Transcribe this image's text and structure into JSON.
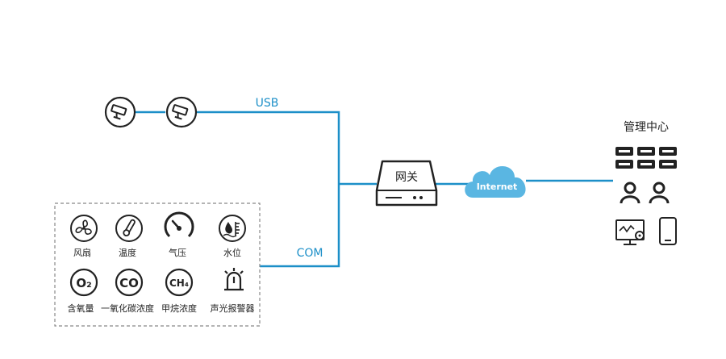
{
  "connections": {
    "usb_label": "USB",
    "com_label": "COM",
    "internet_label": "Internet",
    "line_color": "#1c8fc8"
  },
  "gateway": {
    "label": "网关"
  },
  "management": {
    "title": "管理中心"
  },
  "cameras": [
    {
      "icon": "camera-icon"
    },
    {
      "icon": "camera-icon"
    }
  ],
  "sensors": [
    {
      "label": "风扇",
      "icon": "fan-icon"
    },
    {
      "label": "温度",
      "icon": "thermometer-icon"
    },
    {
      "label": "气压",
      "icon": "pressure-gauge-icon"
    },
    {
      "label": "水位",
      "icon": "water-level-icon"
    },
    {
      "label": "含氧量",
      "icon": "oxygen-icon",
      "glyph": "O₂"
    },
    {
      "label": "一氧化碳浓度",
      "icon": "carbon-monoxide-icon",
      "glyph": "CO"
    },
    {
      "label": "甲烷浓度",
      "icon": "methane-icon",
      "glyph": "CH₄"
    },
    {
      "label": "声光报警器",
      "icon": "alarm-light-icon"
    }
  ]
}
